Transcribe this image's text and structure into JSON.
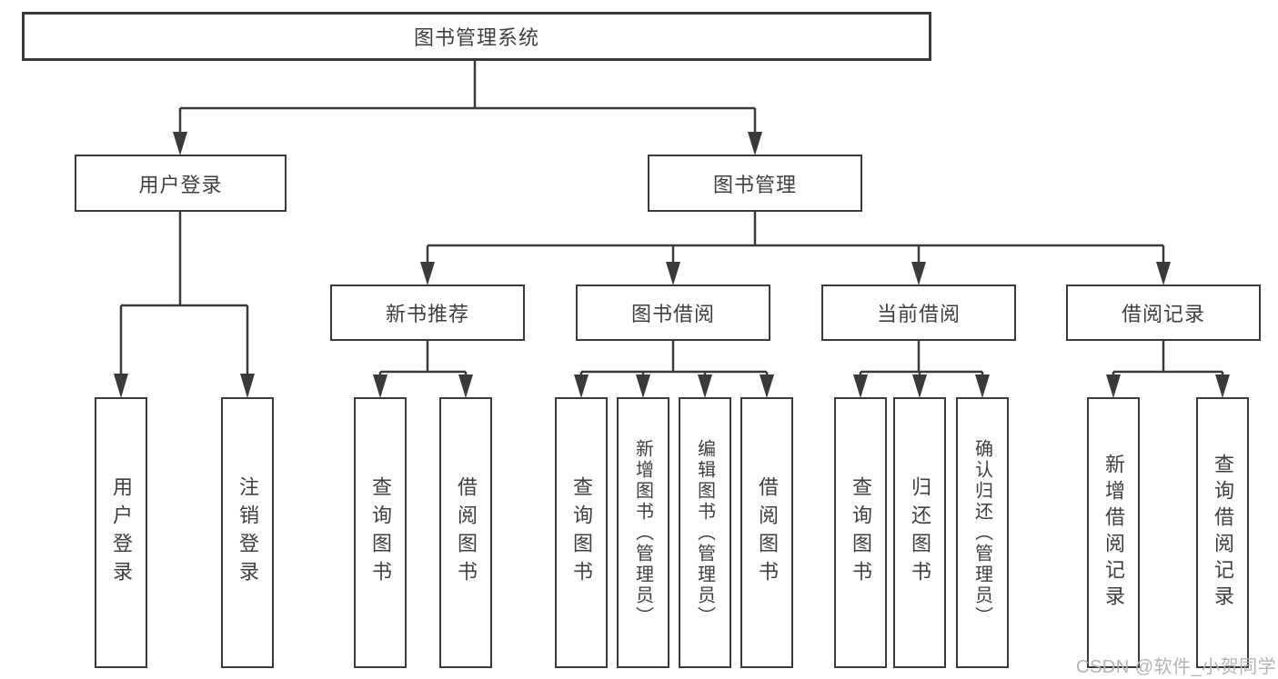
{
  "diagram": {
    "root": "图书管理系统",
    "level2": [
      {
        "label": "用户登录"
      },
      {
        "label": "图书管理"
      }
    ],
    "level3": [
      {
        "label": "新书推荐"
      },
      {
        "label": "图书借阅"
      },
      {
        "label": "当前借阅"
      },
      {
        "label": "借阅记录"
      }
    ],
    "leaves": {
      "login": [
        "用户登录",
        "注销登录"
      ],
      "recommend": [
        "查询图书",
        "借阅图书"
      ],
      "borrow": [
        "查询图书",
        "新增图书（管理员）",
        "编辑图书（管理员）",
        "借阅图书"
      ],
      "current": [
        "查询图书",
        "归还图书",
        "确认归还（管理员）"
      ],
      "records": [
        "新增借阅记录",
        "查询借阅记录"
      ]
    }
  },
  "watermark": "CSDN @软件_小贺同学",
  "colors": {
    "line": "#3a3a3a",
    "text": "#3f3f3f",
    "watermark": "#b4b4b4",
    "background": "#ffffff"
  }
}
